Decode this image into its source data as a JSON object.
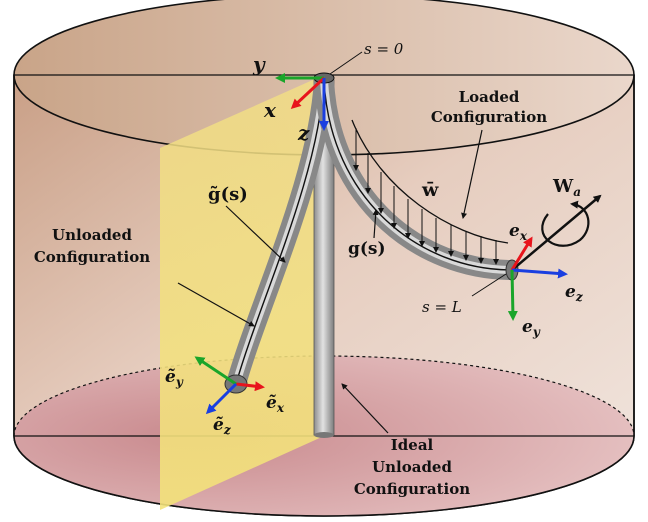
{
  "diagram": {
    "labels": {
      "s_zero": "s = 0",
      "s_L": "s = L",
      "loaded_1": "Loaded",
      "loaded_2": "Configuration",
      "unloaded_1": "Unloaded",
      "unloaded_2": "Configuration",
      "ideal_1": "Ideal",
      "ideal_2": "Unloaded",
      "ideal_3": "Configuration",
      "g_tilde": "g̃(s)",
      "g": "g(s)",
      "w_bar": "w̄",
      "W_a": "W",
      "W_a_sub": "a",
      "axis_x": "x",
      "axis_y": "y",
      "axis_z": "z",
      "e_x": "e",
      "e_x_sub": "x",
      "e_y": "e",
      "e_y_sub": "y",
      "e_z": "e",
      "e_z_sub": "z",
      "et_x": "ẽ",
      "et_x_sub": "x",
      "et_y": "ẽ",
      "et_y_sub": "y",
      "et_z": "ẽ",
      "et_z_sub": "z"
    },
    "colors": {
      "axis_x": "#e8141c",
      "axis_y": "#1aa52a",
      "axis_z": "#1a3fe0",
      "plane": "#f3e27a",
      "rod": "#9a9a9a"
    }
  }
}
